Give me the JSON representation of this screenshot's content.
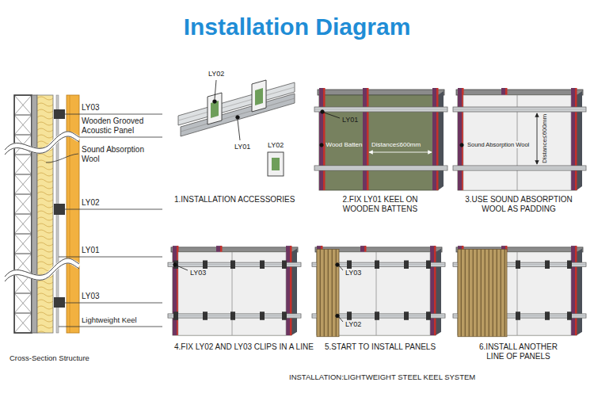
{
  "diagram": {
    "title": "Installation Diagram",
    "caption": "INSTALLATION:LIGHTWEIGHT STEEL KEEL SYSTEM",
    "labels": [
      "LY03",
      "Wooden Grooved Acoustic Panel",
      "Sound Absorption Wool",
      "LY02",
      "LY01",
      "LY03",
      "Lightweight Keel",
      "Cross-Section Structure",
      "LY02",
      "LY01",
      "LY02",
      "1.INSTALLATION ACCESSORIES",
      "LY01",
      "Wood Batten",
      "Distance≤600mm",
      "2.FIX LY01 KEEL ON WOODEN BATTENS",
      "Sound Absorption Wool",
      "Distance≤600mm",
      "3.USE SOUND ABSORPTION WOOL AS PADDING",
      "LY03",
      "4.FIX LY02 AND LY03 CLIPS IN A LINE",
      "LY03",
      "LY02",
      "5.START TO INSTALL PANELS",
      "6.INSTALL ANOTHER LINE OF PANELS"
    ]
  }
}
